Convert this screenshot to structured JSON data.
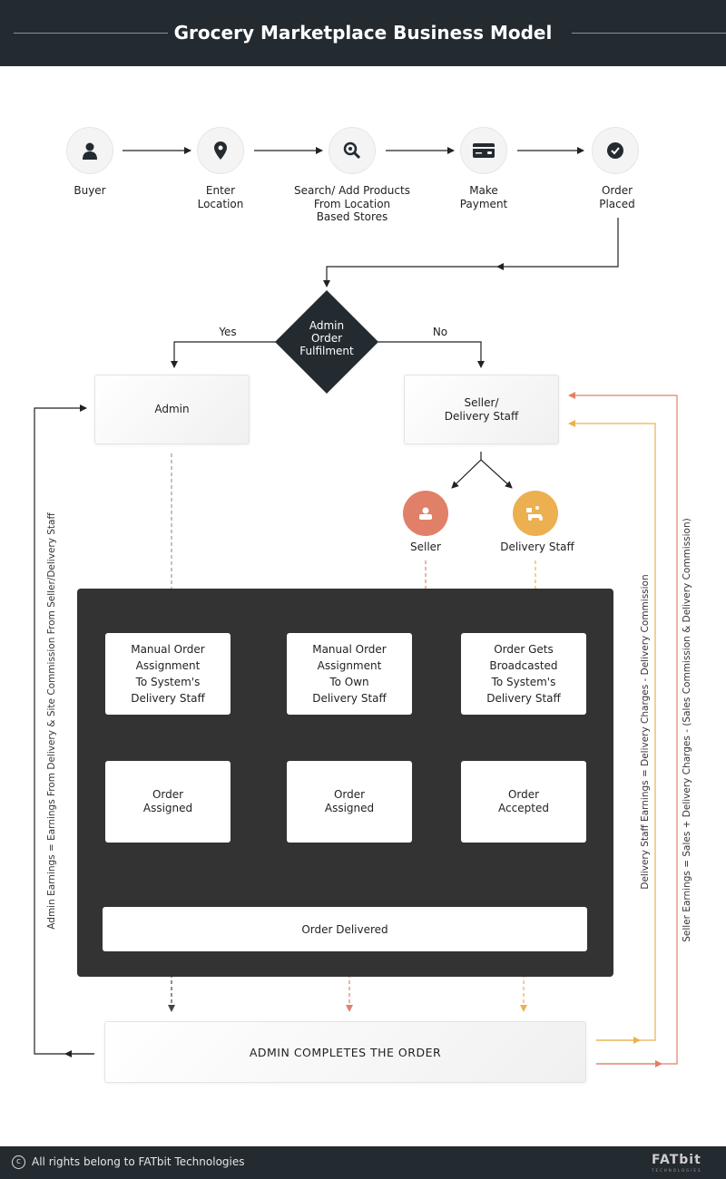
{
  "header": {
    "title": "Grocery Marketplace Business Model"
  },
  "buyer_flow": [
    {
      "label": "Buyer",
      "icon": "user-icon"
    },
    {
      "label": "Enter\nLocation",
      "icon": "location-pin-icon"
    },
    {
      "label": "Search/ Add Products\nFrom Location\nBased Stores",
      "icon": "search-icon"
    },
    {
      "label": "Make\nPayment",
      "icon": "credit-card-icon"
    },
    {
      "label": "Order\nPlaced",
      "icon": "check-circle-icon"
    }
  ],
  "decision": {
    "label": "Admin\nOrder\nFulfilment",
    "yes": "Yes",
    "no": "No"
  },
  "admin_box": "Admin",
  "seller_box": "Seller/\nDelivery Staff",
  "seller": {
    "label": "Seller",
    "color": "#e08068"
  },
  "delivery": {
    "label": "Delivery Staff",
    "color": "#ecb050"
  },
  "panel": {
    "row1": [
      "Manual Order\nAssignment\nTo System's\nDelivery Staff",
      "Manual Order\nAssignment\nTo Own\nDelivery Staff",
      "Order Gets\nBroadcasted\nTo System's\nDelivery Staff"
    ],
    "row2": [
      "Order\nAssigned",
      "Order\nAssigned",
      "Order\nAccepted"
    ],
    "delivered": "Order Delivered"
  },
  "complete": "ADMIN COMPLETES THE ORDER",
  "earnings": {
    "admin": "Admin Earnings = Earnings From Delivery & Site Commission From Seller/Delivery Staff",
    "delivery_staff": "Delivery Staff Earnings = Delivery Charges - Delivery Commission",
    "seller": "Seller Earnings = Sales + Delivery Charges - (Sales Commission & Delivery Commission)"
  },
  "footer": {
    "copyright": "All rights belong to FATbit Technologies",
    "logo": "FATbit",
    "logo_sub": "TECHNOLOGIES"
  }
}
